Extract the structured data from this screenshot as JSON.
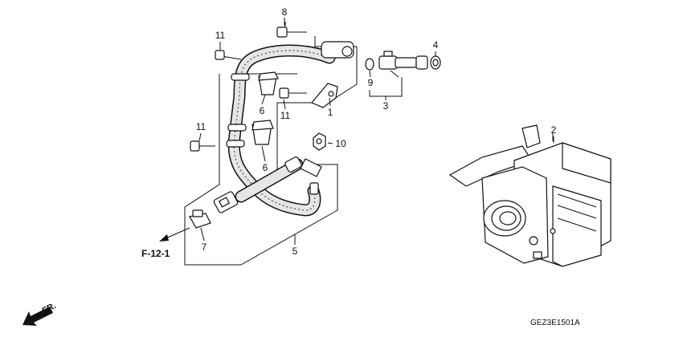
{
  "callouts": {
    "c1": "1",
    "c2": "2",
    "c3": "3",
    "c4": "4",
    "c5": "5",
    "c6a": "6",
    "c6b": "6",
    "c7": "7",
    "c8": "8",
    "c9": "9",
    "c10": "10",
    "c11a": "11",
    "c11b": "11",
    "c11c": "11"
  },
  "reference": "F-12-1",
  "direction_label": "FR.",
  "diagram_code": "GEZ3E1501A"
}
